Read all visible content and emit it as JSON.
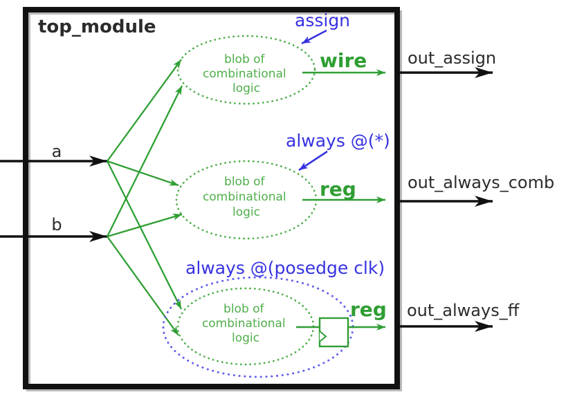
{
  "title": "top_module",
  "inputs": [
    {
      "label": "a"
    },
    {
      "label": "b"
    }
  ],
  "sections": [
    {
      "construct_label": "assign",
      "signal_label": "wire",
      "output_label": "out_assign",
      "blob": [
        "blob of",
        "combinational",
        "logic"
      ]
    },
    {
      "construct_label": "always @(*)",
      "signal_label": "reg",
      "output_label": "out_always_comb",
      "blob": [
        "blob of",
        "combinational",
        "logic"
      ]
    },
    {
      "construct_label": "always @(posedge clk)",
      "signal_label": "reg",
      "output_label": "out_always_ff",
      "blob": [
        "blob of",
        "combinational",
        "logic"
      ]
    }
  ],
  "colors": {
    "black": "#111111",
    "text_black": "#2b2b2b",
    "green": "#2f9e33",
    "green_light": "#4fae4a",
    "blue": "#3732e0",
    "blue_light": "#6462ee",
    "shadow": "#b9b9b9"
  }
}
